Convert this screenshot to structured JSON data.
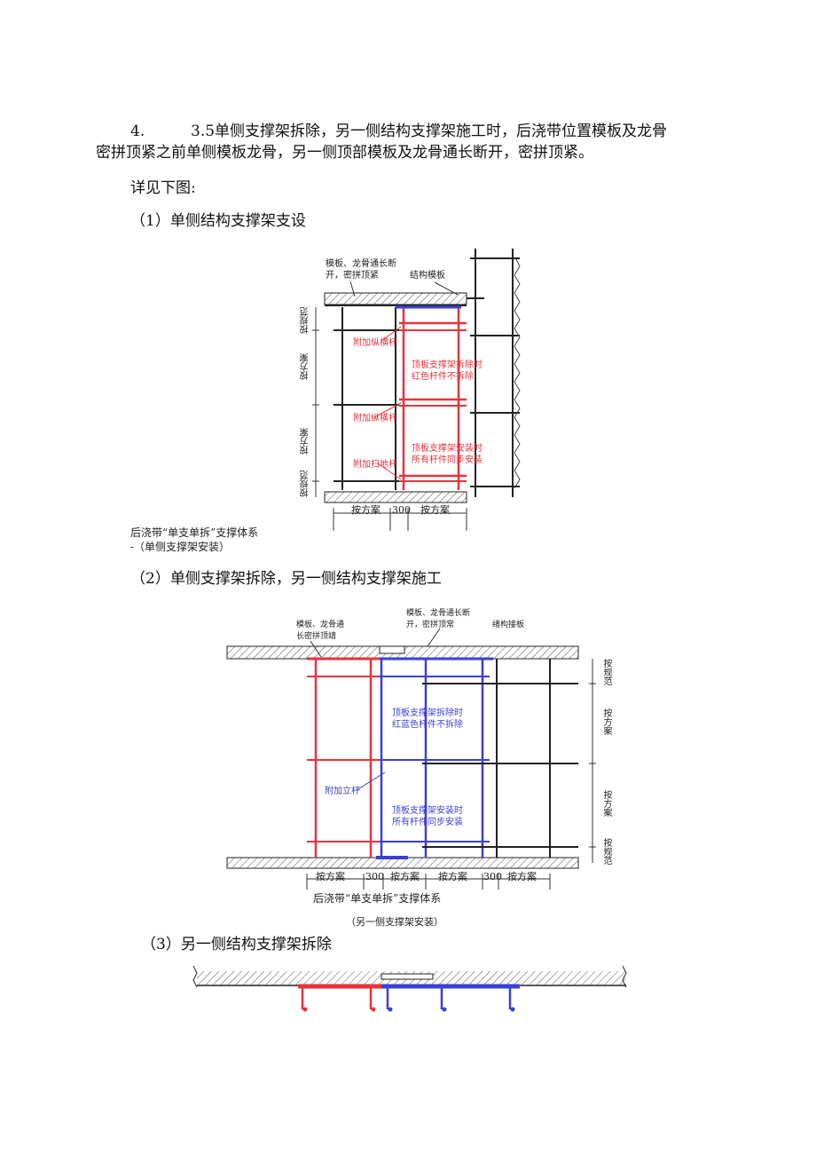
{
  "doc": {
    "para_number": "4.",
    "para_line1": "3.5单侧支撑架拆除，另一侧结构支撑架施工时，后浇带位置模板及龙骨",
    "para_line2": "密拼顶紧之前单侧模板龙骨，另一侧顶部模板及龙骨通长断开，密拼顶紧。",
    "see_below": "详见下图:",
    "heading1": "（1）单侧结构支撑架支设",
    "heading2": "（2）单侧支撑架拆除，另一侧结构支撑架施工",
    "heading3": "（3）另一侧结构支撑架拆除"
  },
  "figure1": {
    "note_left_1": "模板、龙骨通长断",
    "note_left_2": "开，密拼顶紧",
    "note_right": "结构模板",
    "label_added_horizontal_1": "附加纵横杆",
    "label_added_horizontal_2": "附加纵横杆",
    "label_added_sweep": "附加扫地杆",
    "red_note_1a": "顶板支撑架拆除时",
    "red_note_1b": "红色杆件不拆除",
    "red_note_2a": "顶板支撑架安装时",
    "red_note_2b": "所有杆件同步安装",
    "dim_spec_1": "按规范",
    "dim_plan_1": "按方案",
    "dim_plan_2": "按方案",
    "dim_spec_2": "按规范",
    "dim_bottom_1": "按方案",
    "dim_bottom_300": "300",
    "dim_bottom_2": "按方案",
    "caption_line1": "后浇带“单支单拆”支撑体系",
    "caption_line2": "-（单侧支撑架安装）"
  },
  "figure2": {
    "note_left_1": "模板、龙骨通",
    "note_left_2": "长密拼顶靖",
    "note_mid_1": "模板、龙骨通长断",
    "note_mid_2": "开，密拼顶常",
    "note_right": "绪构接板",
    "label_added_post": "附加立杆",
    "blue_note_1a": "顶板支撑架拆除时",
    "blue_note_1b": "红蓝色杆件不拆除",
    "blue_note_2a": "顶板支撑架安装时",
    "blue_note_2b": "所有杆件同步安装",
    "dim_right_spec_1": "按规范",
    "dim_right_plan_1": "按方案",
    "dim_right_plan_2": "按方案",
    "dim_right_spec_2": "按规范",
    "dim_b1": "按方案",
    "dim_b300_1": "300",
    "dim_b2": "按方案",
    "dim_b3": "按方案",
    "dim_b300_2": "300",
    "dim_b4": "按方案",
    "caption_line1": "后浇带“单支单拆”支撑体系",
    "caption_line2": "（另一侧支撑架安装）"
  },
  "colors": {
    "red": "#e8323c",
    "blue": "#3a3fd6",
    "dark": "#2a2a2a",
    "hatch": "#555555"
  }
}
